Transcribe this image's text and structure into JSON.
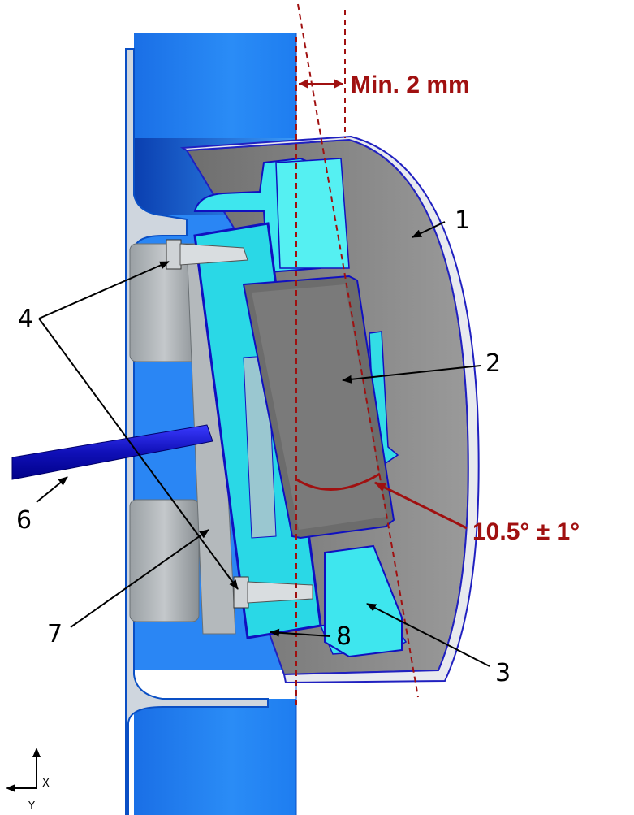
{
  "colors": {
    "wall_blue": "#1e7df0",
    "wall_blue_dark": "#0a4fc4",
    "cyan_part": "#33e0e8",
    "housing_gray": "#8a8a8a",
    "bracket_gray": "#a9aeb2",
    "dimension_red": "#a01010",
    "cable_blue": "#1414c8"
  },
  "dimensions": {
    "gap_label": "Min. 2 mm",
    "angle_label": "10.5° ± 1°"
  },
  "callouts": [
    {
      "id": "1",
      "label": "1"
    },
    {
      "id": "2",
      "label": "2"
    },
    {
      "id": "3",
      "label": "3"
    },
    {
      "id": "4",
      "label": "4"
    },
    {
      "id": "6",
      "label": "6"
    },
    {
      "id": "7",
      "label": "7"
    },
    {
      "id": "8",
      "label": "8"
    }
  ],
  "axes": {
    "x_label": "X",
    "y_label": "Y"
  }
}
